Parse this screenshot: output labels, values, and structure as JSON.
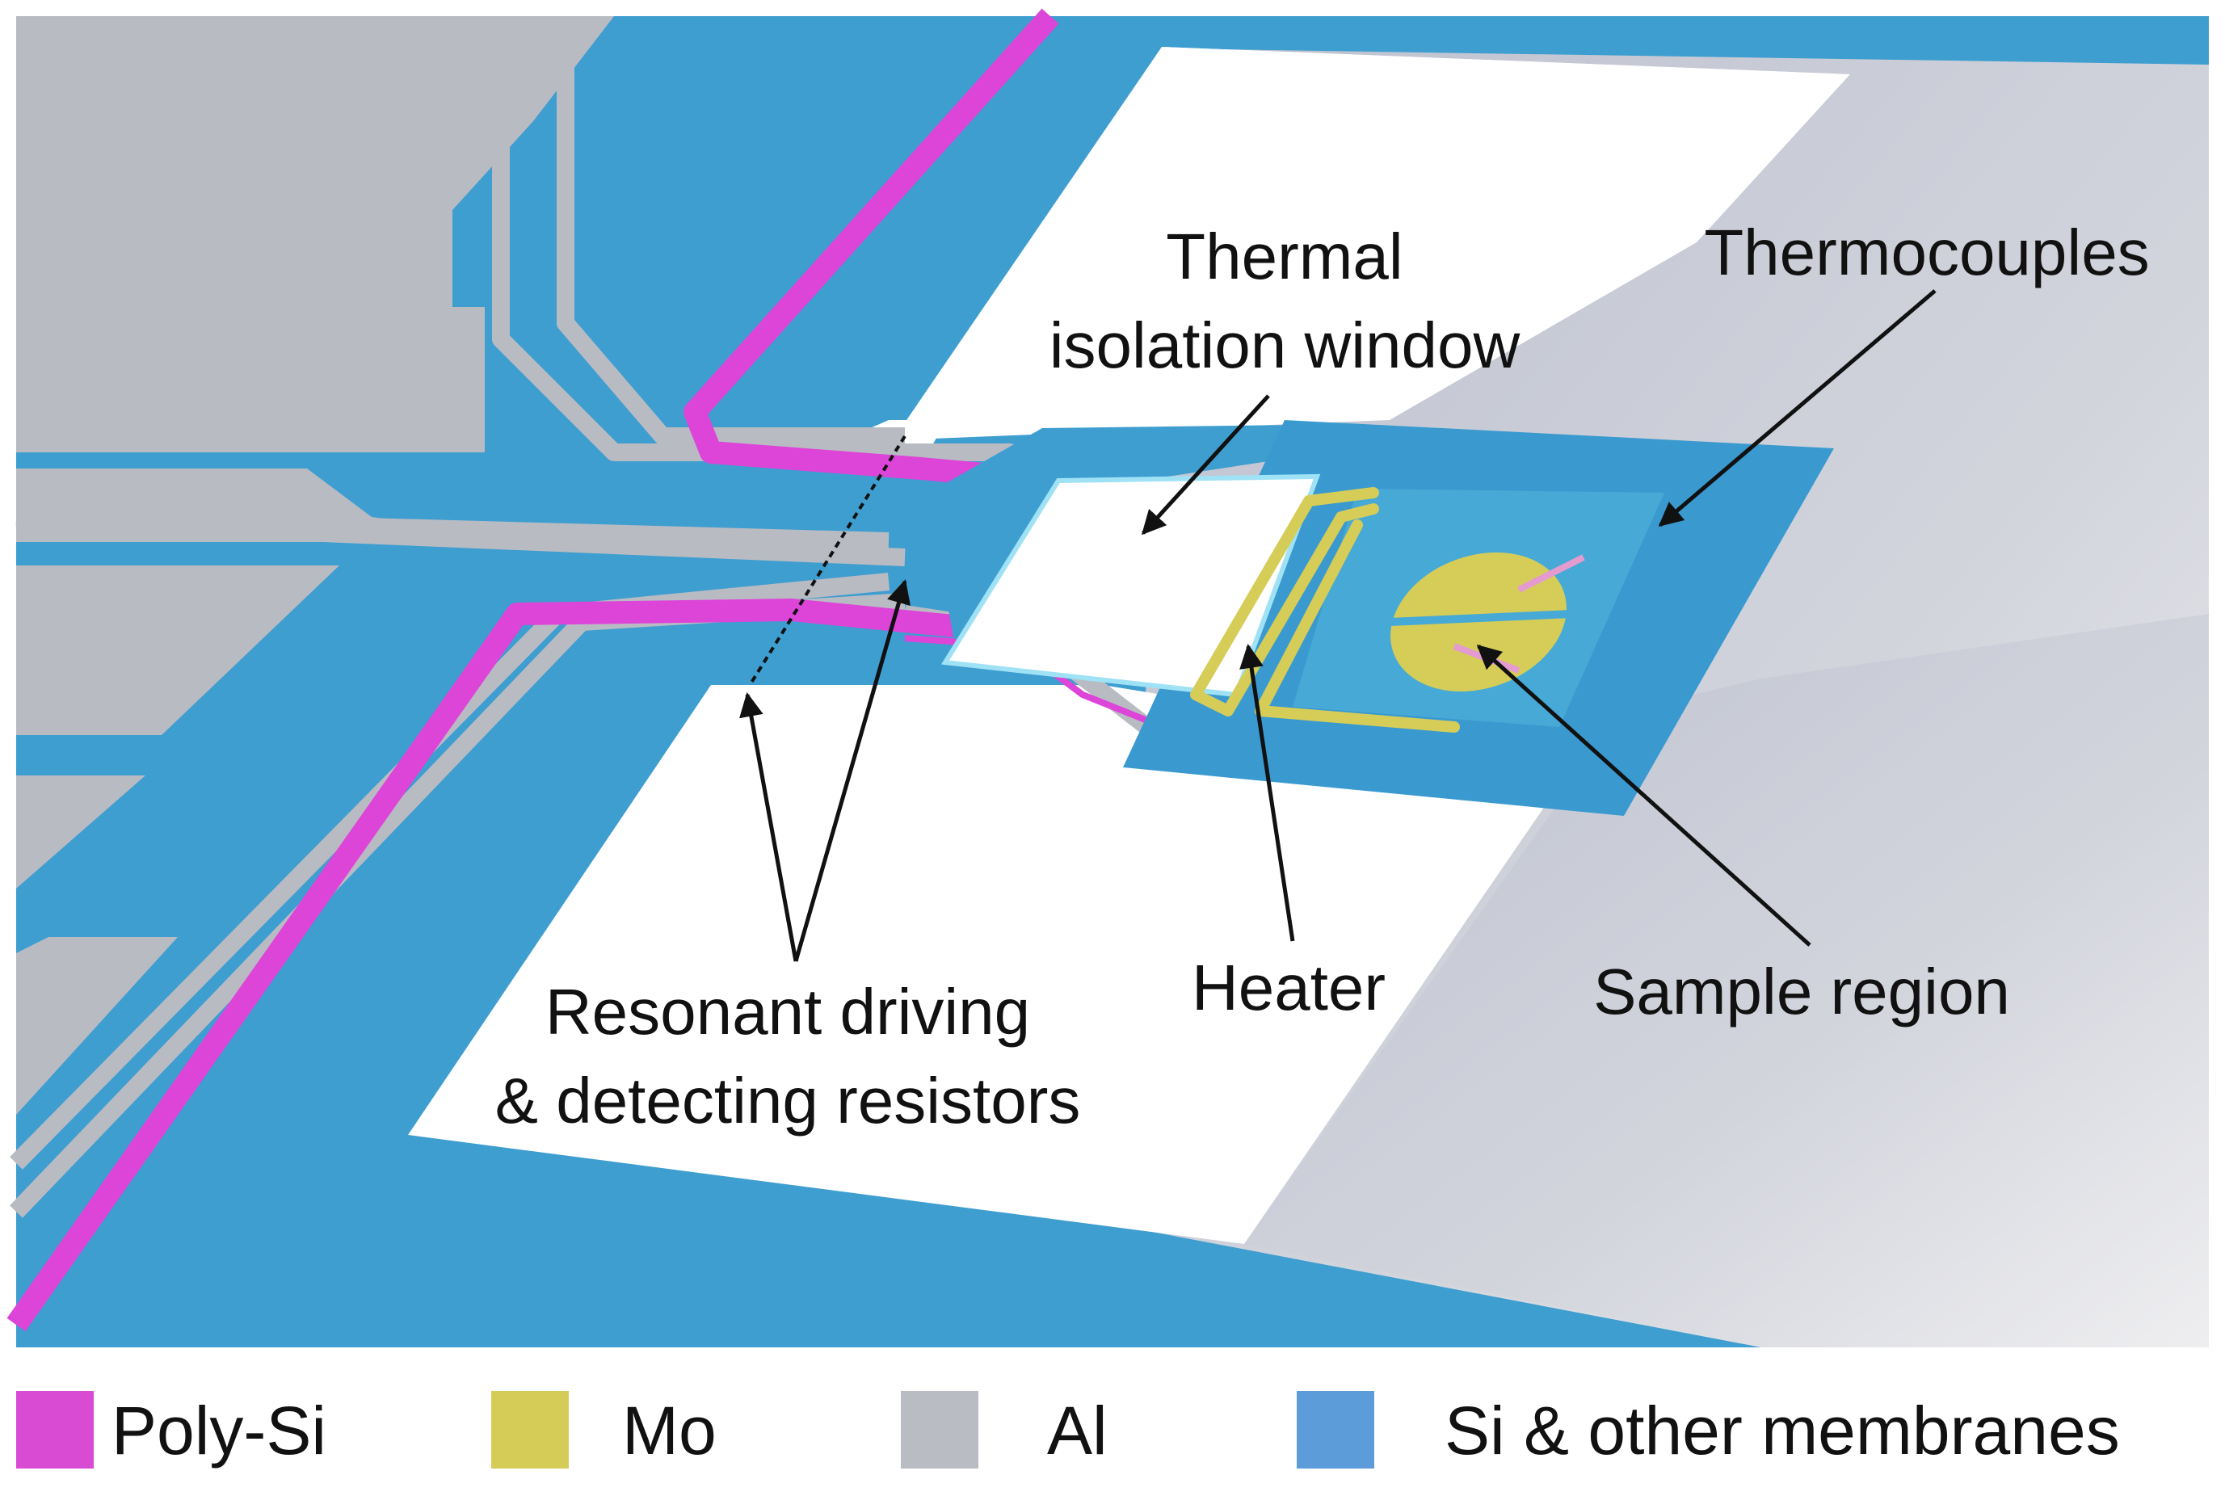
{
  "labels": {
    "thermal_line1": "Thermal",
    "thermal_line2": "isolation window",
    "thermocouples": "Thermocouples",
    "resonant_line1": "Resonant driving",
    "resonant_line2": "& detecting resistors",
    "heater": "Heater",
    "sample_region": "Sample region"
  },
  "legend": [
    {
      "name": "Poly-Si",
      "color": "#d94bd3"
    },
    {
      "name": "Mo",
      "color": "#d4cc57"
    },
    {
      "name": "Al",
      "color": "#babcc4"
    },
    {
      "name": "Si & other membranes",
      "color": "#5b9cd9"
    }
  ],
  "colors": {
    "membrane": "#3f9ed0",
    "aluminum": "#b9bbc3",
    "poly_si": "#dd44d8",
    "molybdenum": "#d6cd58",
    "substrate": "#cdd0da",
    "window": "#ffffff",
    "arrow": "#111111"
  }
}
